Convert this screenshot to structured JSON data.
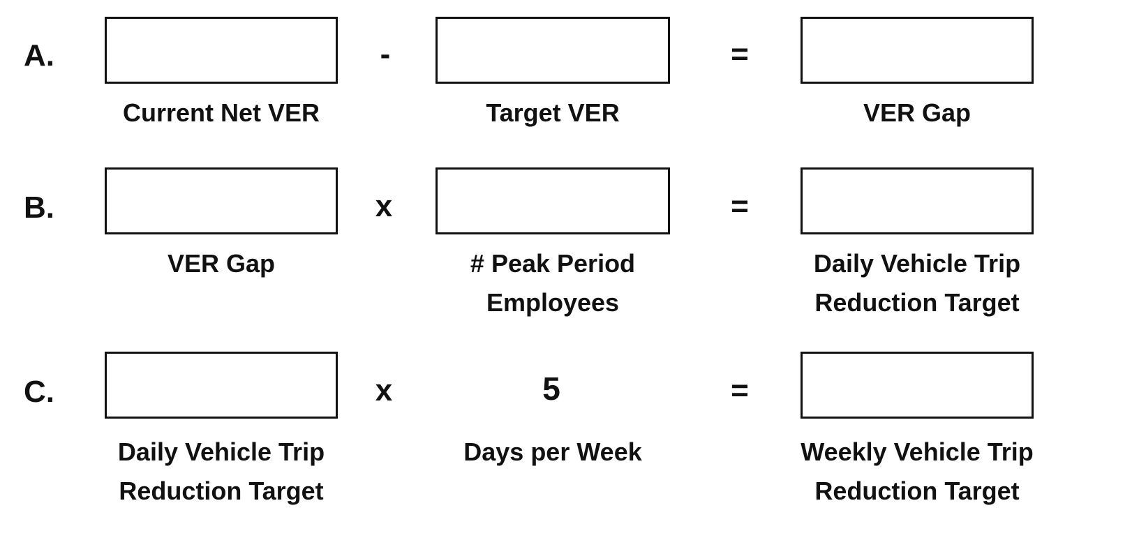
{
  "rows": [
    {
      "letter": "A.",
      "operator": "-",
      "equals": "=",
      "labels": {
        "left": [
          "Current Net VER"
        ],
        "middle": [
          "Target VER"
        ],
        "right": [
          "VER Gap"
        ]
      },
      "inputs": {
        "left": "",
        "middle": "",
        "right": ""
      }
    },
    {
      "letter": "B.",
      "operator": "x",
      "equals": "=",
      "labels": {
        "left": [
          "VER Gap"
        ],
        "middle": [
          "# Peak Period",
          "Employees"
        ],
        "right": [
          "Daily Vehicle Trip",
          "Reduction Target"
        ]
      },
      "inputs": {
        "left": "",
        "middle": "",
        "right": ""
      }
    },
    {
      "letter": "C.",
      "operator": "x",
      "equals": "=",
      "constant": "5",
      "labels": {
        "left": [
          "Daily Vehicle Trip",
          "Reduction Target"
        ],
        "middle": [
          "Days per Week"
        ],
        "right": [
          "Weekly Vehicle Trip",
          "Reduction Target"
        ]
      },
      "inputs": {
        "left": "",
        "right": ""
      }
    }
  ]
}
